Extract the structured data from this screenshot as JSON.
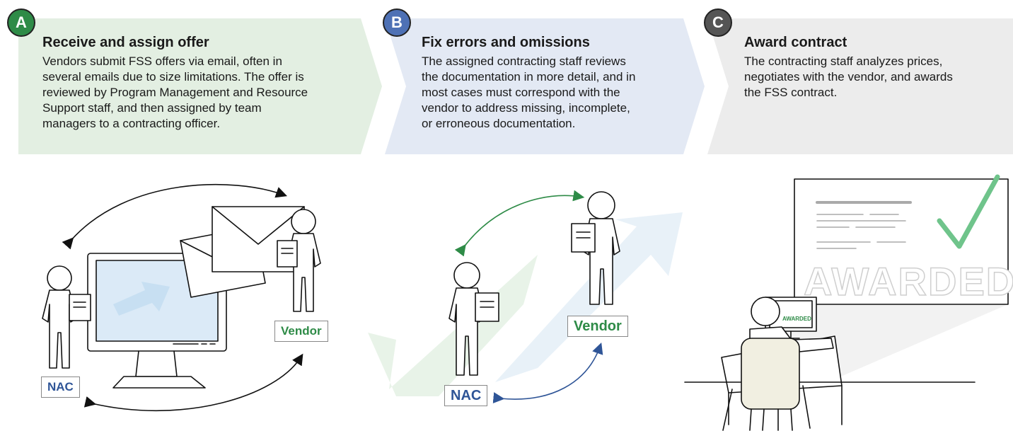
{
  "steps": [
    {
      "badge": "A",
      "title": "Receive and assign offer",
      "desc_lines": [
        "Vendors submit FSS offers via email, often in",
        "several emails due to size limitations. The offer is",
        "reviewed by Program Management and Resource",
        "Support staff, and then assigned by team",
        "managers to a contracting officer."
      ],
      "color": "#e3efe2",
      "badge_color": "#2e8b47"
    },
    {
      "badge": "B",
      "title": "Fix errors and omissions",
      "desc_lines": [
        "The assigned contracting staff reviews",
        "the documentation in more detail, and in",
        "most cases must correspond with the",
        "vendor to address missing, incomplete,",
        "or erroneous documentation."
      ],
      "color": "#e3e9f4",
      "badge_color": "#4e71b5"
    },
    {
      "badge": "C",
      "title": "Award contract",
      "desc_lines": [
        "The contracting staff analyzes prices,",
        "negotiates with the vendor, and awards",
        "the FSS contract."
      ],
      "color": "#ececec",
      "badge_color": "#555555"
    }
  ],
  "labels": {
    "nac_a": "NAC",
    "vendor_a": "Vendor",
    "nac_b": "NAC",
    "vendor_b": "Vendor",
    "awarded_board": "AWARDED",
    "awarded_monitor": "AWARDED"
  }
}
